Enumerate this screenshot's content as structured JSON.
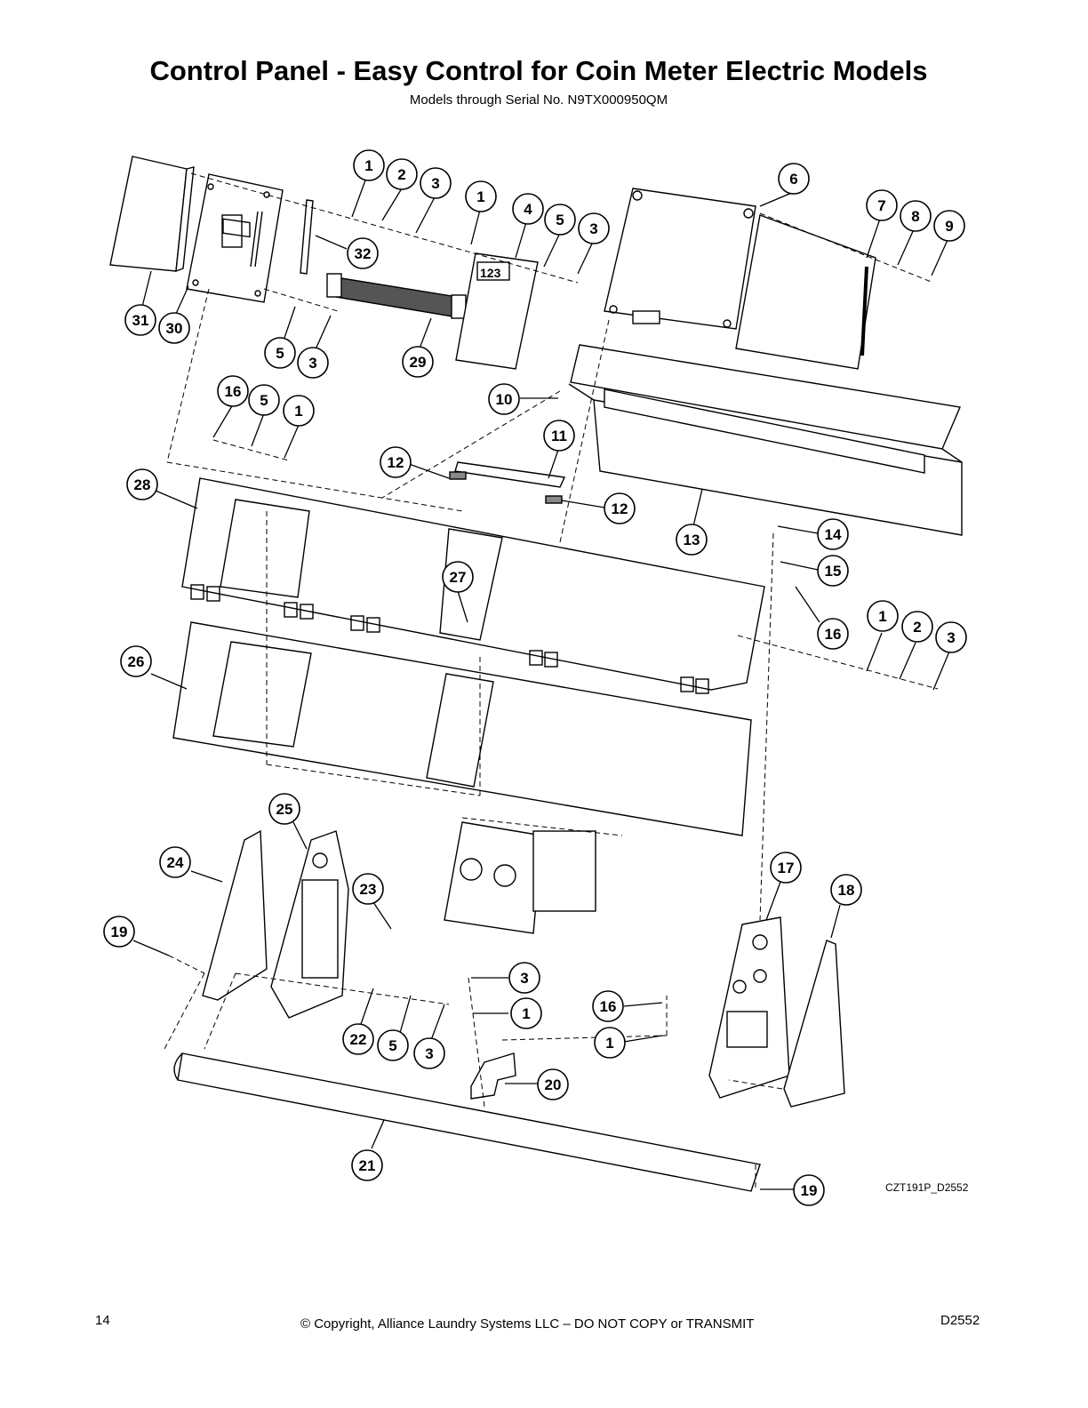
{
  "header": {
    "title": "Control Panel - Easy Control for Coin Meter Electric Models",
    "subtitle": "Models through Serial No. N9TX000950QM"
  },
  "diagram": {
    "drawing_id": "CZT191P_D2552",
    "callouts": [
      "1",
      "2",
      "3",
      "1",
      "4",
      "5",
      "3",
      "6",
      "7",
      "8",
      "9",
      "32",
      "31",
      "30",
      "5",
      "3",
      "29",
      "16",
      "5",
      "1",
      "10",
      "11",
      "12",
      "12",
      "28",
      "13",
      "14",
      "15",
      "16",
      "1",
      "2",
      "3",
      "27",
      "26",
      "25",
      "24",
      "23",
      "19",
      "22",
      "5",
      "3",
      "3",
      "1",
      "16",
      "1",
      "20",
      "17",
      "18",
      "21",
      "19"
    ]
  },
  "footer": {
    "page_number": "14",
    "copyright": "© Copyright, Alliance Laundry Systems LLC – DO NOT COPY or TRANSMIT",
    "doc_code": "D2552"
  }
}
